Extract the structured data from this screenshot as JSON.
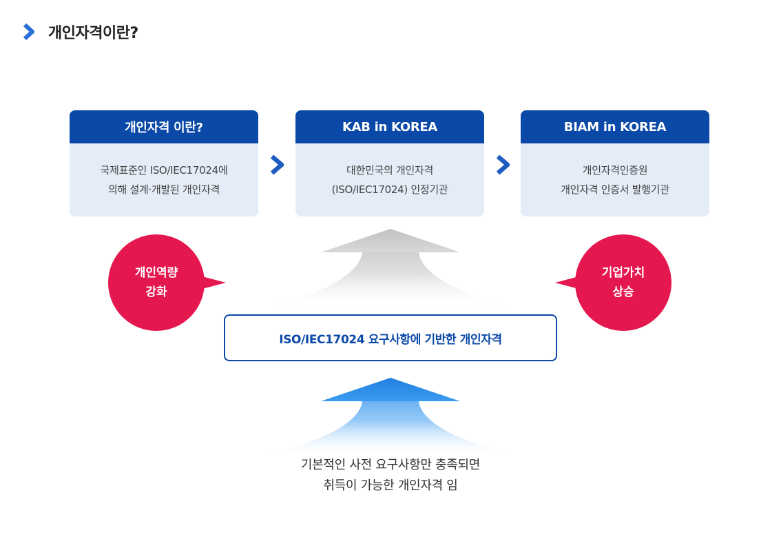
{
  "heading": {
    "title": "개인자격이란?",
    "icon": "chevron-right-icon"
  },
  "cards": [
    {
      "title": "개인자격 이란?",
      "lines": [
        "국제표준인 ISO/IEC17024에",
        "의해 설계·개발된 개인자격"
      ]
    },
    {
      "title": "KAB in KOREA",
      "lines": [
        "대한민국의 개인자격",
        "(ISO/IEC17024) 인정기관"
      ]
    },
    {
      "title": "BIAM in KOREA",
      "lines": [
        "개인자격인증원",
        "개인자격 인증서 발행기관"
      ]
    }
  ],
  "bubbles": {
    "left": {
      "lines": [
        "개인역량",
        "강화"
      ]
    },
    "right": {
      "lines": [
        "기업가치",
        "상승"
      ]
    }
  },
  "center": {
    "label": "ISO/IEC17024 요구사항에 기반한 개인자격"
  },
  "bottom": {
    "lines": [
      "기본적인 사전 요구사항만 충족되면",
      "취득이 가능한 개인자격 임"
    ]
  },
  "colors": {
    "primary": "#0a49a8",
    "card_bg": "#e4ecf7",
    "accent": "#e5174f",
    "chevron": "#1f5cc2",
    "up_arrow_blue": "#2f8fe8",
    "up_arrow_gray": "#c9c9c9"
  }
}
